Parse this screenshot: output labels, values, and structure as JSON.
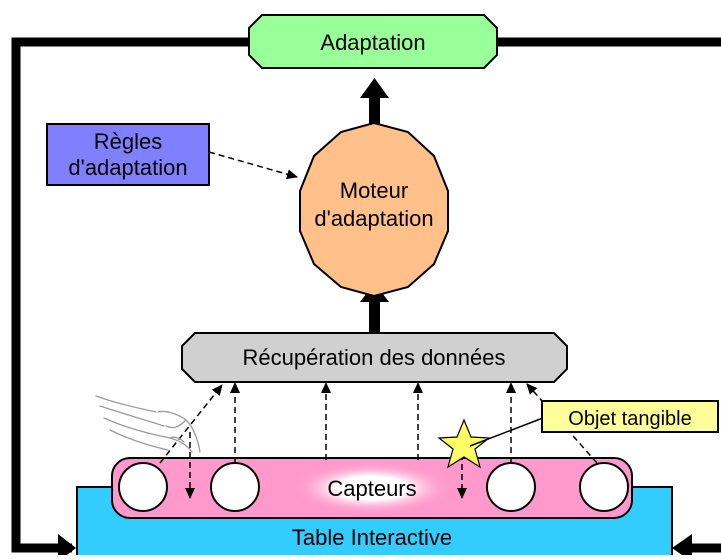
{
  "diagram": {
    "nodes": {
      "adaptation": "Adaptation",
      "regles_line1": "Règles",
      "regles_line2": "d'adaptation",
      "moteur_line1": "Moteur",
      "moteur_line2": "d'adaptation",
      "recuperation": "Récupération des données",
      "capteurs": "Capteurs",
      "table": "Table Interactive",
      "objet": "Objet tangible"
    },
    "colors": {
      "adaptation_fill": "#99ff99",
      "regles_fill": "#8080ff",
      "moteur_fill": "#ffc08a",
      "recuperation_fill": "#d0d0d0",
      "capteurs_fill": "#ff99cc",
      "table_fill": "#33ccff",
      "objet_fill": "#ffff99",
      "star_fill": "#ffff66",
      "line": "#000000"
    },
    "icons": {
      "hand": "hand-touch-icon",
      "star": "star-icon"
    }
  }
}
